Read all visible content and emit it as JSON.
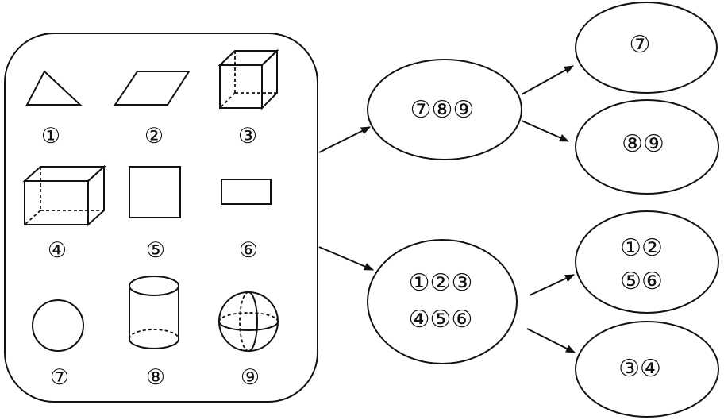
{
  "shapes": [
    {
      "label": "①",
      "icon": "triangle-icon"
    },
    {
      "label": "②",
      "icon": "parallelogram-icon"
    },
    {
      "label": "③",
      "icon": "cube-icon"
    },
    {
      "label": "④",
      "icon": "cuboid-icon"
    },
    {
      "label": "⑤",
      "icon": "square-icon"
    },
    {
      "label": "⑥",
      "icon": "rectangle-icon"
    },
    {
      "label": "⑦",
      "icon": "circle-icon"
    },
    {
      "label": "⑧",
      "icon": "cylinder-icon"
    },
    {
      "label": "⑨",
      "icon": "sphere-icon"
    }
  ],
  "nodes": {
    "top_group": "⑦⑧⑨",
    "bottom_group_line1": "①②③",
    "bottom_group_line2": "④⑤⑥",
    "top_top": "⑦",
    "top_bottom": "⑧⑨",
    "bottom_top_line1": "①②",
    "bottom_top_line2": "⑤⑥",
    "bottom_bottom": "③④"
  }
}
